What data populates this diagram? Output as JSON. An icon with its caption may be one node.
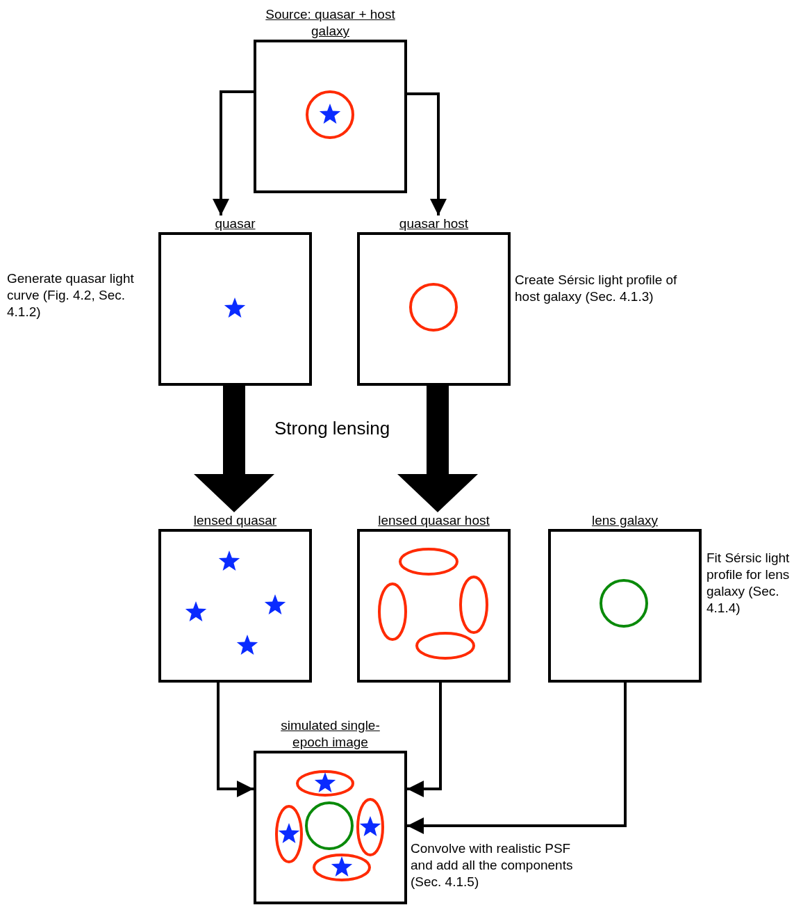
{
  "diagram": {
    "nodes": [
      {
        "text": [
          "Source: quasar + host galaxy"
        ]
      },
      {
        "text": [
          "quasar"
        ],
        "beside": [
          "Generate quasar light curve (Fig. 4.2, Sec. 4.1.2)"
        ]
      },
      {
        "text": [
          "quasar host"
        ],
        "beside": [
          "Create Sérsic light profile of host galaxy (Sec. 4.1.3)"
        ]
      },
      {
        "text": [
          "lensed quasar"
        ]
      },
      {
        "text": [
          "lensed quasar host"
        ]
      },
      {
        "text": [
          "lens galaxy"
        ],
        "beside": [
          "Fit Sérsic light profile for lens galaxy (Sec. 4.1.4)"
        ]
      },
      {
        "text": [
          "simulated single-epoch image"
        ],
        "beside": [
          "Convolve with realistic PSF and add all the components (Sec. 4.1.5)"
        ]
      }
    ],
    "edges": [
      {
        "from": 0,
        "to": 1,
        "arrow": "to"
      },
      {
        "from": 0,
        "to": 2,
        "arrow": "to"
      },
      {
        "from": 1,
        "to": 3,
        "arrow": "to",
        "style": "thick"
      },
      {
        "from": 2,
        "to": 4,
        "arrow": "to",
        "style": "thick"
      },
      {
        "from": 3,
        "to": 6,
        "arrow": "to"
      },
      {
        "from": 4,
        "to": 6,
        "arrow": "to"
      },
      {
        "from": 5,
        "to": 6,
        "arrow": "to"
      }
    ],
    "labels": [
      "Strong lensing"
    ]
  }
}
